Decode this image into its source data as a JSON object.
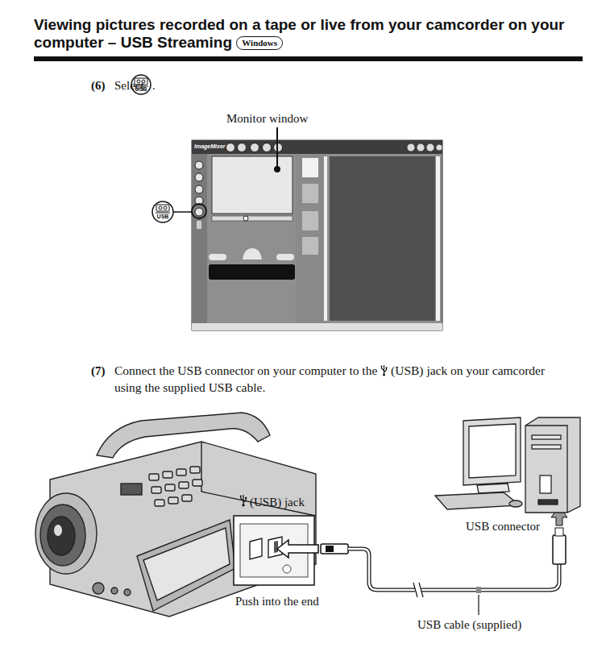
{
  "diagram": {
    "title": "Viewing pictures recorded on a tape or live from your camcorder on your computer – USB Streaming",
    "labels": [
      "Windows",
      "(6)",
      "Select",
      "USB",
      ".",
      "Monitor window",
      "USB",
      "ImageMixer",
      "(7)",
      "Connect the USB connector on your computer to the",
      "(USB) jack on your camcorder using the supplied USB cable.",
      "(USB) jack",
      "USB connector",
      "Push into the end",
      "USB cable (supplied)"
    ]
  }
}
